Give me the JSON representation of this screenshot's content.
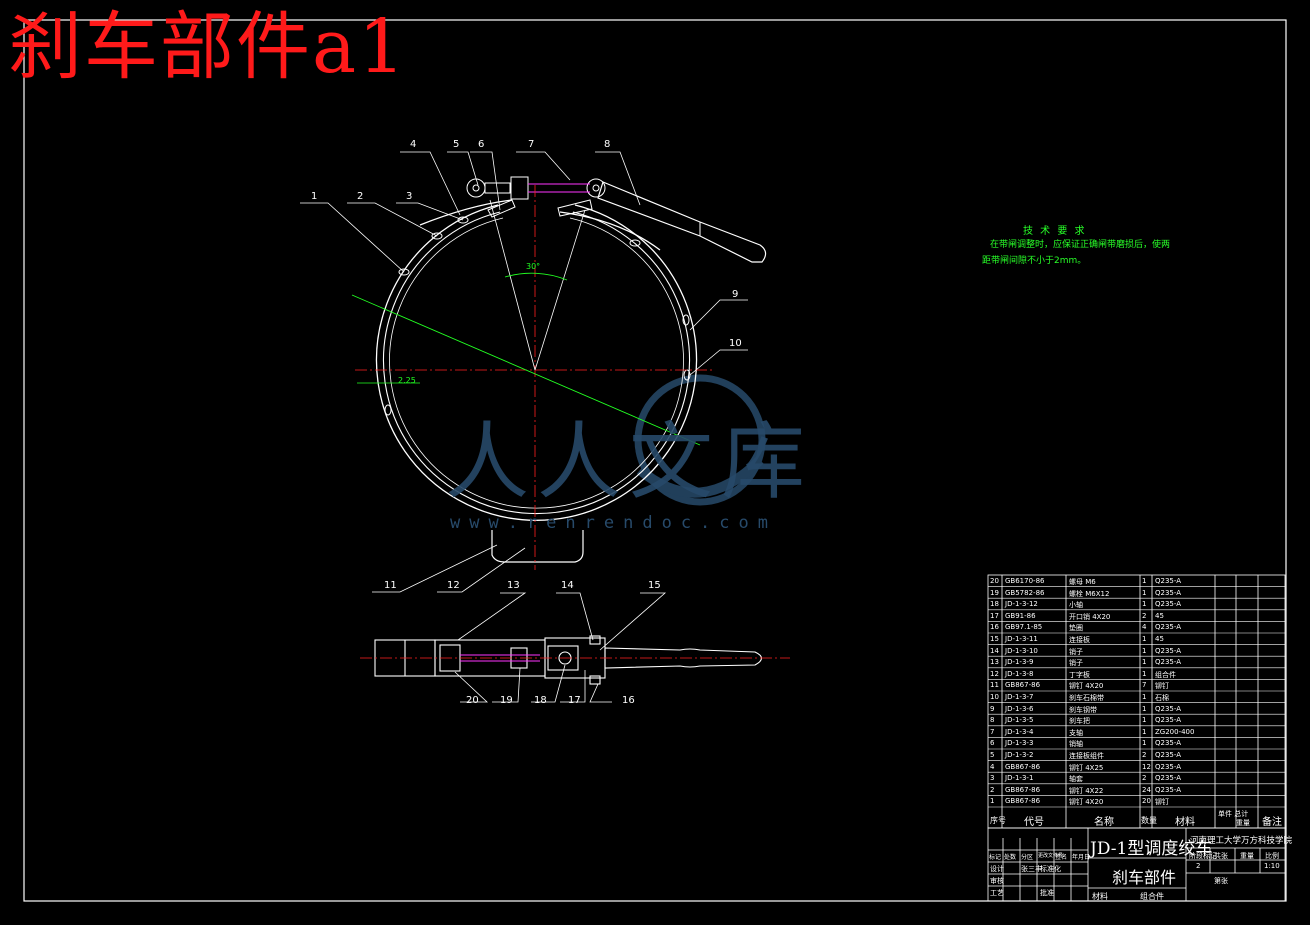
{
  "overlay_title": "刹车部件a1",
  "part_numbers_top": [
    "1",
    "2",
    "3",
    "4",
    "5",
    "6",
    "7",
    "8",
    "9",
    "10",
    "11",
    "12"
  ],
  "part_numbers_bottom": [
    "13",
    "14",
    "15",
    "16",
    "17",
    "18",
    "19",
    "20"
  ],
  "dimensions": {
    "angle": "30°",
    "dim_1": "2.25"
  },
  "tech_requirements": {
    "title": "技 术 要 求",
    "line1": "在带闸调整时，应保证正确闸带磨损后，使两",
    "line2": "距带闸间隙不小于2mm。"
  },
  "watermark": {
    "text": "人人文库",
    "url": "www.renrendoc.com"
  },
  "bom": {
    "rows": [
      {
        "no": "20",
        "code": "GB6170-86",
        "name": "螺母 M6",
        "qty": "1",
        "material": "Q235-A"
      },
      {
        "no": "19",
        "code": "GB5782-86",
        "name": "螺栓 M6X12",
        "qty": "1",
        "material": "Q235-A"
      },
      {
        "no": "18",
        "code": "JD-1-3-12",
        "name": "小轴",
        "qty": "1",
        "material": "Q235-A"
      },
      {
        "no": "17",
        "code": "GB91-86",
        "name": "开口销 4X20",
        "qty": "2",
        "material": "45"
      },
      {
        "no": "16",
        "code": "GB97.1-85",
        "name": "垫圈",
        "qty": "4",
        "material": "Q235-A"
      },
      {
        "no": "15",
        "code": "JD-1-3-11",
        "name": "连接板",
        "qty": "1",
        "material": "45"
      },
      {
        "no": "14",
        "code": "JD-1-3-10",
        "name": "销子",
        "qty": "1",
        "material": "Q235-A"
      },
      {
        "no": "13",
        "code": "JD-1-3-9",
        "name": "销子",
        "qty": "1",
        "material": "Q235-A"
      },
      {
        "no": "12",
        "code": "JD-1-3-8",
        "name": "丁字板",
        "qty": "1",
        "material": "组合件"
      },
      {
        "no": "11",
        "code": "GB867-86",
        "name": "铆钉 4X20",
        "qty": "7",
        "material": "铆钉"
      },
      {
        "no": "10",
        "code": "JD-1-3-7",
        "name": "刹车石棉带",
        "qty": "1",
        "material": "石棉"
      },
      {
        "no": "9",
        "code": "JD-1-3-6",
        "name": "刹车钢带",
        "qty": "1",
        "material": "Q235-A"
      },
      {
        "no": "8",
        "code": "JD-1-3-5",
        "name": "刹车把",
        "qty": "1",
        "material": "Q235-A"
      },
      {
        "no": "7",
        "code": "JD-1-3-4",
        "name": "支轴",
        "qty": "1",
        "material": "ZG200-400"
      },
      {
        "no": "6",
        "code": "JD-1-3-3",
        "name": "销轴",
        "qty": "1",
        "material": "Q235-A"
      },
      {
        "no": "5",
        "code": "JD-1-3-2",
        "name": "连接板组件",
        "qty": "2",
        "material": "Q235-A"
      },
      {
        "no": "4",
        "code": "GB867-86",
        "name": "铆钉 4X25",
        "qty": "12",
        "material": "Q235-A"
      },
      {
        "no": "3",
        "code": "JD-1-3-1",
        "name": "轴套",
        "qty": "2",
        "material": "Q235-A"
      },
      {
        "no": "2",
        "code": "GB867-86",
        "name": "铆钉 4X22",
        "qty": "24",
        "material": "Q235-A"
      },
      {
        "no": "1",
        "code": "GB867-86",
        "name": "铆钉 4X20",
        "qty": "20",
        "material": "铆钉"
      }
    ],
    "header": {
      "no": "序号",
      "code": "代号",
      "name": "名称",
      "qty": "数量",
      "material": "材料",
      "weight_top": "单件 总计",
      "weight_bottom": "重量",
      "remark": "备注"
    }
  },
  "title_block": {
    "product": "JD-1型调度绞车",
    "drawing_name": "刹车部件",
    "school": "河南理工大学万方科技学院",
    "material_label": "材料",
    "material_value": "组合件",
    "stage_label": "阶段标记",
    "weight_label": "重量",
    "scale_label": "比例",
    "scale_value": "1:10",
    "sheet_total": "共张",
    "sheet_no": "第张",
    "sheet_count": "2",
    "marks": [
      "标记",
      "处数",
      "分区",
      "更改文件号",
      "签名",
      "年月日"
    ],
    "roles": [
      "设计",
      "审核",
      "工艺"
    ],
    "designer": "张三丰",
    "std_label": "标准化",
    "approve_label": "批准"
  },
  "colors": {
    "background": "#000000",
    "lines": "#ffffff",
    "centerline": "#ff2020",
    "dimension": "#22ff22",
    "hidden": "#ff33ff",
    "overlay_red": "#ff1a1a",
    "watermark": "#274a6a"
  }
}
